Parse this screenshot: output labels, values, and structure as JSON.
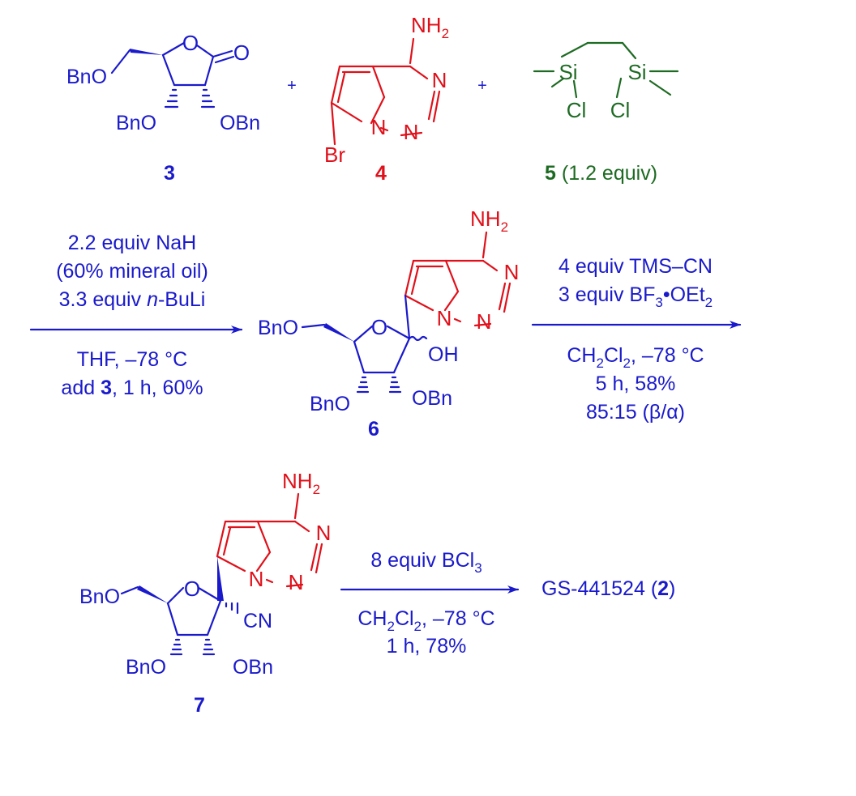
{
  "colors": {
    "blue": "#1a1acc",
    "red": "#e0101a",
    "green": "#1d6b22"
  },
  "compound3": {
    "label": "3",
    "atoms": {
      "ring_O": "O",
      "carbonyl_O": "O",
      "bno_top": "BnO",
      "bno_bottom": "BnO",
      "obn": "OBn"
    }
  },
  "plus": "+",
  "compound4": {
    "label": "4",
    "atoms": {
      "nh2": "NH",
      "nh2_sub": "2",
      "n1": "N",
      "n2": "N",
      "n3": "N",
      "br": "Br"
    }
  },
  "compound5": {
    "label": "5",
    "equiv": "(1.2 equiv)",
    "atoms": {
      "si1": "Si",
      "si2": "Si",
      "cl1": "Cl",
      "cl2": "Cl"
    }
  },
  "step1": {
    "above": [
      "2.2 equiv NaH",
      "(60% mineral oil)"
    ],
    "line3_num": "3.3 equiv ",
    "line3_italic": "n",
    "line3_rest": "-BuLi",
    "below1": "THF, –78 °C",
    "below2_pre": "add ",
    "below2_bold": "3",
    "below2_post": ", 1 h, 60%"
  },
  "compound6": {
    "label": "6",
    "atoms": {
      "nh2": "NH",
      "nh2_sub": "2",
      "n1": "N",
      "n2": "N",
      "n3": "N",
      "ring_O": "O",
      "oh": "OH",
      "bno_top": "BnO",
      "bno_bottom": "BnO",
      "obn": "OBn"
    }
  },
  "step2": {
    "above1": "4 equiv TMS–CN",
    "above2_pre": "3 equiv BF",
    "above2_sub": "3",
    "above2_post": "•OEt",
    "above2_sub2": "2",
    "below1_a": "CH",
    "below1_s1": "2",
    "below1_b": "Cl",
    "below1_s2": "2",
    "below1_c": ", –78 °C",
    "below2": "5 h, 58%",
    "below3": "85:15 (β/α)"
  },
  "compound7": {
    "label": "7",
    "atoms": {
      "nh2": "NH",
      "nh2_sub": "2",
      "n1": "N",
      "n2": "N",
      "n3": "N",
      "ring_O": "O",
      "cn": "CN",
      "bno_top": "BnO",
      "bno_bottom": "BnO",
      "obn": "OBn"
    }
  },
  "step3": {
    "above_pre": "8 equiv BCl",
    "above_sub": "3",
    "below1_a": "CH",
    "below1_s1": "2",
    "below1_b": "Cl",
    "below1_s2": "2",
    "below1_c": ", –78 °C",
    "below2": "1 h, 78%"
  },
  "product": {
    "pre": "GS-441524 (",
    "bold": "2",
    "post": ")"
  }
}
